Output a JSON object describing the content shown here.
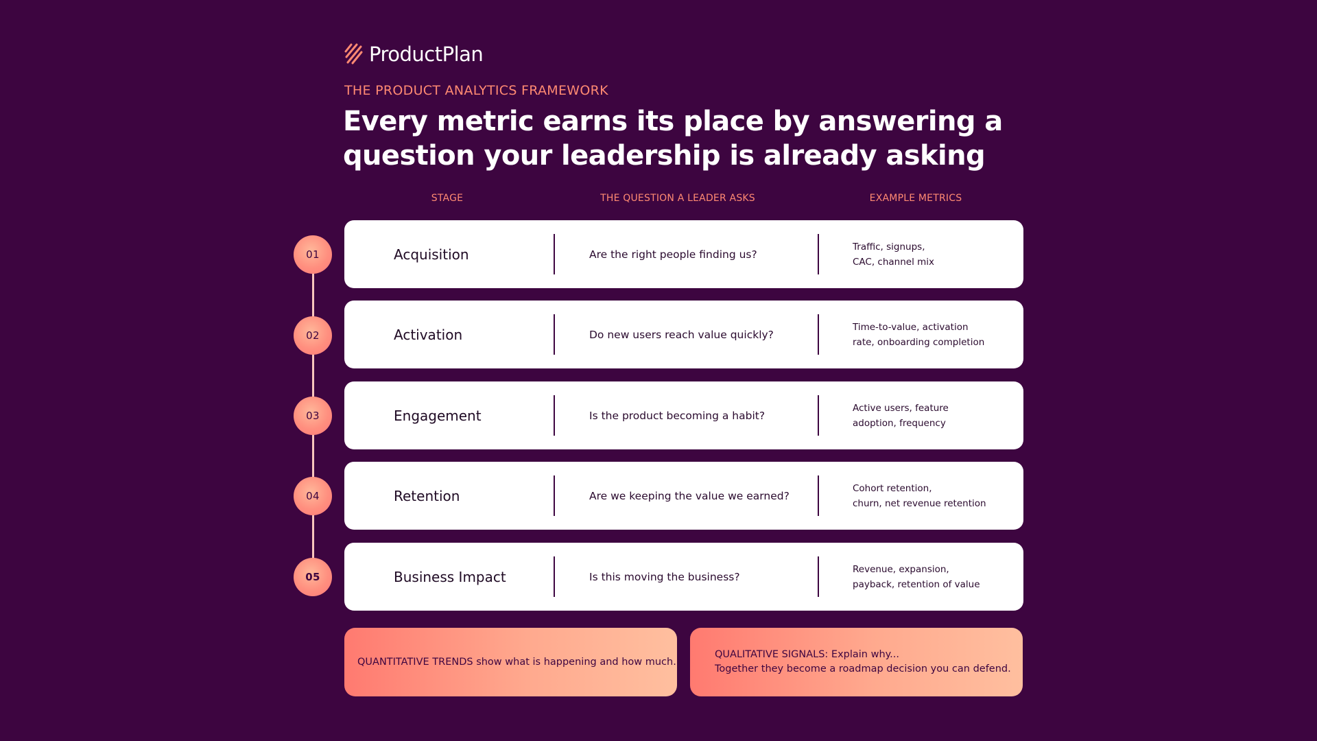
{
  "brand": {
    "name": "ProductPlan"
  },
  "eyebrow": "THE PRODUCT ANALYTICS FRAMEWORK",
  "headline": "Every metric earns its place by answering a question your leadership is already asking",
  "columns": {
    "stage": "STAGE",
    "question": "THE QUESTION A LEADER ASKS",
    "metrics": "EXAMPLE METRICS"
  },
  "rows": [
    {
      "num": "01",
      "stage": "Acquisition",
      "question": "Are the right people finding us?",
      "metrics_line1": "Traffic, signups,",
      "metrics_line2": "CAC, channel mix"
    },
    {
      "num": "02",
      "stage": "Activation",
      "question": "Do new users reach value quickly?",
      "metrics_line1": "Time-to-value, activation",
      "metrics_line2": "rate, onboarding completion"
    },
    {
      "num": "03",
      "stage": "Engagement",
      "question": "Is the product becoming a habit?",
      "metrics_line1": "Active users, feature",
      "metrics_line2": "adoption, frequency"
    },
    {
      "num": "04",
      "stage": "Retention",
      "question": "Are we keeping the value we earned?",
      "metrics_line1": "Cohort retention,",
      "metrics_line2": "churn, net revenue retention"
    },
    {
      "num": "05",
      "stage": "Business Impact",
      "question": "Is this moving the business?",
      "metrics_line1": "Revenue, expansion,",
      "metrics_line2": "payback, retention of value"
    }
  ],
  "cards": {
    "quantitative": "QUANTITATIVE TRENDS show what is happening and how much.",
    "qualitative_line1": "QUALITATIVE SIGNALS: Explain why...",
    "qualitative_line2": "Together they become a roadmap decision you can defend."
  },
  "colors": {
    "background": "#3d0540",
    "accent": "#ff8a72",
    "card": "#ffffff"
  }
}
